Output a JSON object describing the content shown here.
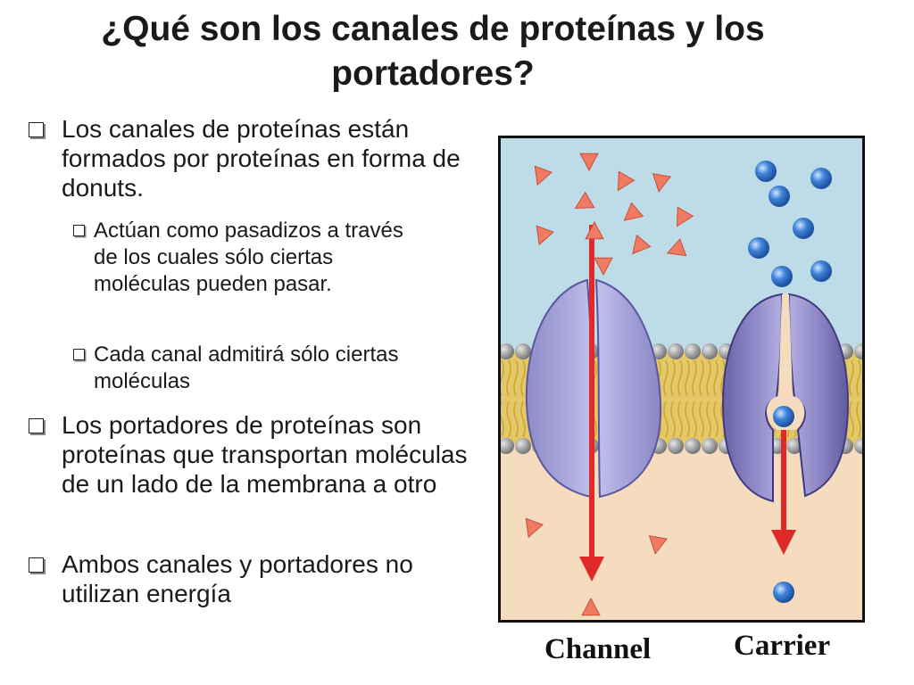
{
  "title": "¿Qué son los canales de proteínas y los portadores?",
  "bullets": [
    {
      "text": "Los canales de proteínas están formados por proteínas en forma de donuts.",
      "level": 1
    },
    {
      "text": "Actúan como pasadizos a través de los cuales sólo ciertas moléculas pueden pasar.",
      "level": 2
    },
    {
      "text": "Cada canal admitirá sólo ciertas moléculas",
      "level": 2
    },
    {
      "text": "Los portadores de proteínas son proteínas que transportan moléculas de un lado de la membrana a otro",
      "level": 1
    },
    {
      "text": "Ambos canales y portadores no utilizan energía",
      "level": 1
    }
  ],
  "figure": {
    "captions": {
      "channel": "Channel",
      "carrier": "Carrier"
    },
    "colors": {
      "extracellular": "#bedbe8",
      "intracellular": "#f6dcbe",
      "lipid_tails": "#e4c868",
      "lipid_heads": "#a6a6a6",
      "channel_protein": "#a9a7dc",
      "carrier_protein": "#8d86c6",
      "arrow": "#e02a2a",
      "triangle_molecule": "#f07a62",
      "sphere_molecule": "#3f84d8"
    },
    "icons": [
      "triangle-molecule-icon",
      "sphere-molecule-icon",
      "arrow-down-icon"
    ]
  }
}
